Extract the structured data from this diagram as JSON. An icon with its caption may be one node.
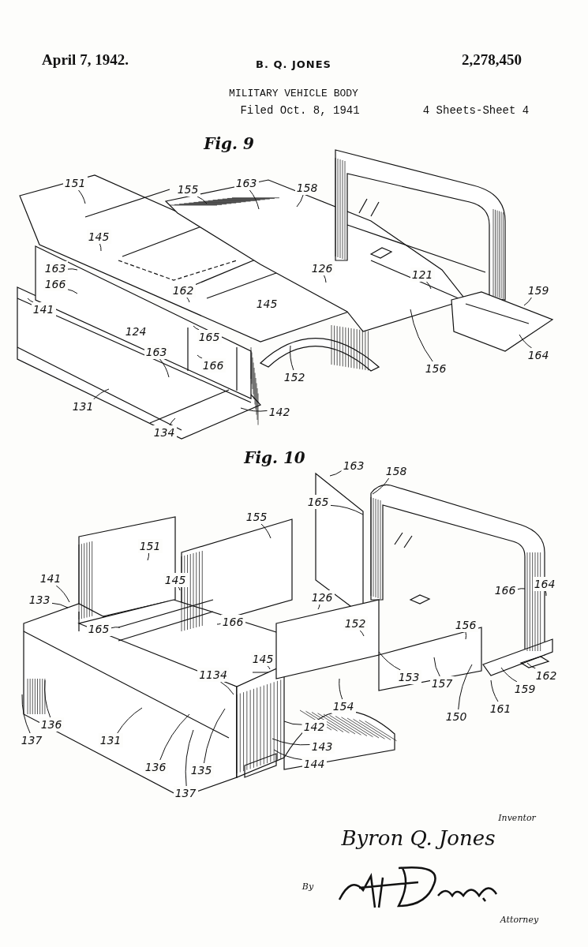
{
  "diagram": {
    "title": "MILITARY VEHICLE BODY",
    "nodes": [
      {
        "text": [
          "151"
        ]
      },
      {
        "text": [
          "155"
        ]
      },
      {
        "text": [
          "163"
        ]
      },
      {
        "text": [
          "158"
        ]
      },
      {
        "text": [
          "145"
        ]
      },
      {
        "text": [
          "163"
        ]
      },
      {
        "text": [
          "166"
        ]
      },
      {
        "text": [
          "141"
        ]
      },
      {
        "text": [
          "162"
        ]
      },
      {
        "text": [
          "126"
        ]
      },
      {
        "text": [
          "121"
        ]
      },
      {
        "text": [
          "159"
        ]
      },
      {
        "text": [
          "165"
        ]
      },
      {
        "text": [
          "163"
        ]
      },
      {
        "text": [
          "166"
        ]
      },
      {
        "text": [
          "152"
        ]
      },
      {
        "text": [
          "156"
        ]
      },
      {
        "text": [
          "164"
        ]
      },
      {
        "text": [
          "131"
        ]
      },
      {
        "text": [
          "142"
        ]
      },
      {
        "text": [
          "134"
        ]
      },
      {
        "text": [
          "163"
        ]
      },
      {
        "text": [
          "158"
        ]
      },
      {
        "text": [
          "165"
        ]
      },
      {
        "text": [
          "155"
        ]
      },
      {
        "text": [
          "151"
        ]
      },
      {
        "text": [
          "145"
        ]
      },
      {
        "text": [
          "141"
        ]
      },
      {
        "text": [
          "133"
        ]
      },
      {
        "text": [
          "165"
        ]
      },
      {
        "text": [
          "166"
        ]
      },
      {
        "text": [
          "126"
        ]
      },
      {
        "text": [
          "152"
        ]
      },
      {
        "text": [
          "156"
        ]
      },
      {
        "text": [
          "166"
        ]
      },
      {
        "text": [
          "164"
        ]
      },
      {
        "text": [
          "145"
        ]
      },
      {
        "text": [
          "1134"
        ]
      },
      {
        "text": [
          "153"
        ]
      },
      {
        "text": [
          "157"
        ]
      },
      {
        "text": [
          "162"
        ]
      },
      {
        "text": [
          "159"
        ]
      },
      {
        "text": [
          "150"
        ]
      },
      {
        "text": [
          "161"
        ]
      },
      {
        "text": [
          "154"
        ]
      },
      {
        "text": [
          "131"
        ]
      },
      {
        "text": [
          "136"
        ]
      },
      {
        "text": [
          "137"
        ]
      },
      {
        "text": [
          "136"
        ]
      },
      {
        "text": [
          "135"
        ]
      },
      {
        "text": [
          "137"
        ]
      },
      {
        "text": [
          "142"
        ]
      },
      {
        "text": [
          "143"
        ]
      },
      {
        "text": [
          "144"
        ]
      }
    ],
    "edges": [
      {
        "from": 0,
        "to": null,
        "arrow": "none"
      },
      {
        "from": 1,
        "to": null,
        "arrow": "none"
      },
      {
        "from": 2,
        "to": null,
        "arrow": "none"
      },
      {
        "from": 3,
        "to": null,
        "arrow": "none"
      },
      {
        "from": 4,
        "to": null,
        "arrow": "none"
      },
      {
        "from": 5,
        "to": null,
        "arrow": "none"
      },
      {
        "from": 6,
        "to": null,
        "arrow": "none"
      },
      {
        "from": 7,
        "to": null,
        "arrow": "none"
      },
      {
        "from": 8,
        "to": null,
        "arrow": "none"
      },
      {
        "from": 9,
        "to": null,
        "arrow": "none"
      },
      {
        "from": 10,
        "to": null,
        "arrow": "none"
      },
      {
        "from": 11,
        "to": null,
        "arrow": "none"
      },
      {
        "from": 12,
        "to": null,
        "arrow": "none"
      },
      {
        "from": 13,
        "to": null,
        "arrow": "none"
      },
      {
        "from": 14,
        "to": null,
        "arrow": "none"
      },
      {
        "from": 15,
        "to": null,
        "arrow": "none"
      },
      {
        "from": 16,
        "to": null,
        "arrow": "none"
      },
      {
        "from": 17,
        "to": null,
        "arrow": "none"
      },
      {
        "from": 18,
        "to": null,
        "arrow": "none"
      },
      {
        "from": 19,
        "to": null,
        "arrow": "none"
      },
      {
        "from": 20,
        "to": null,
        "arrow": "none"
      },
      {
        "from": 21,
        "to": null,
        "arrow": "none"
      },
      {
        "from": 22,
        "to": null,
        "arrow": "none"
      },
      {
        "from": 23,
        "to": null,
        "arrow": "none"
      },
      {
        "from": 24,
        "to": null,
        "arrow": "none"
      },
      {
        "from": 25,
        "to": null,
        "arrow": "none"
      },
      {
        "from": 26,
        "to": null,
        "arrow": "none"
      },
      {
        "from": 27,
        "to": null,
        "arrow": "none"
      },
      {
        "from": 28,
        "to": null,
        "arrow": "none"
      },
      {
        "from": 29,
        "to": null,
        "arrow": "none"
      },
      {
        "from": 30,
        "to": null,
        "arrow": "none"
      },
      {
        "from": 31,
        "to": null,
        "arrow": "none"
      },
      {
        "from": 32,
        "to": null,
        "arrow": "none"
      },
      {
        "from": 33,
        "to": null,
        "arrow": "none"
      },
      {
        "from": 34,
        "to": null,
        "arrow": "none"
      },
      {
        "from": 35,
        "to": null,
        "arrow": "none"
      },
      {
        "from": 36,
        "to": null,
        "arrow": "none"
      },
      {
        "from": 37,
        "to": null,
        "arrow": "none"
      },
      {
        "from": 38,
        "to": null,
        "arrow": "none"
      },
      {
        "from": 39,
        "to": null,
        "arrow": "none"
      },
      {
        "from": 40,
        "to": null,
        "arrow": "none"
      },
      {
        "from": 41,
        "to": null,
        "arrow": "none"
      },
      {
        "from": 42,
        "to": null,
        "arrow": "none"
      },
      {
        "from": 43,
        "to": null,
        "arrow": "none"
      },
      {
        "from": 44,
        "to": null,
        "arrow": "none"
      },
      {
        "from": 45,
        "to": null,
        "arrow": "none"
      },
      {
        "from": 46,
        "to": null,
        "arrow": "none"
      },
      {
        "from": 47,
        "to": null,
        "arrow": "none"
      },
      {
        "from": 48,
        "to": null,
        "arrow": "none"
      },
      {
        "from": 49,
        "to": null,
        "arrow": "none"
      },
      {
        "from": 50,
        "to": null,
        "arrow": "none"
      },
      {
        "from": 51,
        "to": null,
        "arrow": "none"
      },
      {
        "from": 52,
        "to": null,
        "arrow": "none"
      },
      {
        "from": 53,
        "to": null,
        "arrow": "none"
      }
    ],
    "labels": [
      "April 7, 1942.",
      "B. Q. JONES",
      "2,278,450",
      "Filed Oct. 8, 1941",
      "4 Sheets-Sheet 4",
      "Fig. 9",
      "145",
      "124",
      "Fig. 10",
      "Inventor",
      "Byron Q. Jones",
      "By",
      "Attorney"
    ]
  }
}
